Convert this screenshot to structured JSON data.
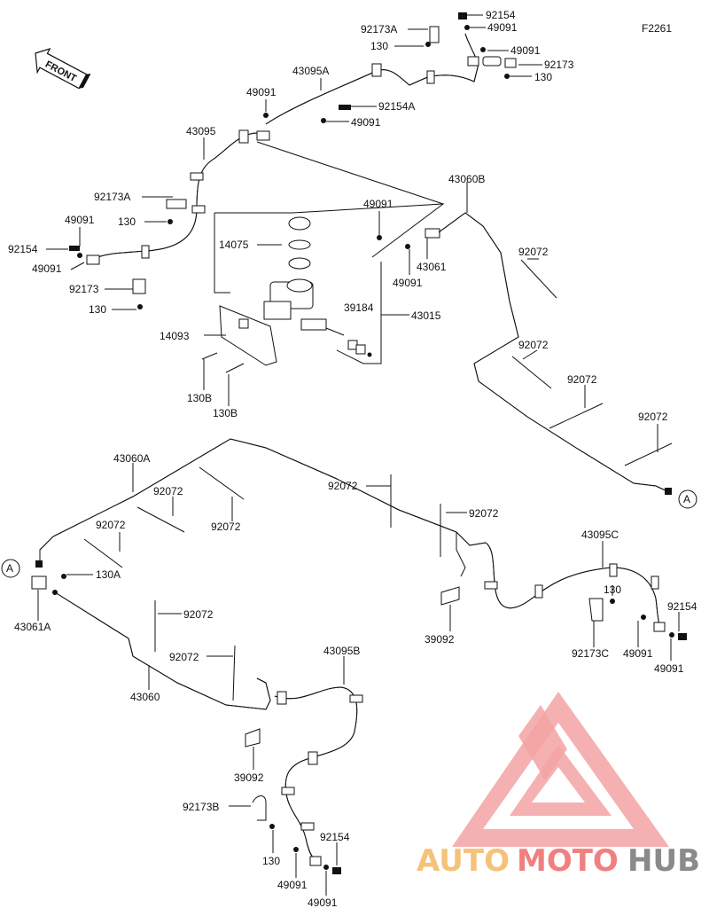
{
  "figure_code": "F2261",
  "front_label": "FRONT",
  "ref_marker": "A",
  "watermark": {
    "part1": "AUTO",
    "part2": "MOTO",
    "part3": "HUB",
    "color1": "#f5c27a",
    "color2": "#f08080",
    "color3": "#8a8a8a"
  },
  "labels": {
    "p92154_top": "92154",
    "p92173A_top": "92173A",
    "p130_top": "130",
    "p49091_top_r": "49091",
    "p49091_top_r2": "49091",
    "p92173_top": "92173",
    "p130_top_r": "130",
    "p43095A": "43095A",
    "p49091_a": "49091",
    "p92154A": "92154A",
    "p49091_b": "49091",
    "p43095": "43095",
    "p92173A_l": "92173A",
    "p130_l": "130",
    "p49091_l1": "49091",
    "p92154_l": "92154",
    "p49091_l2": "49091",
    "p92173_l": "92173",
    "p130_l2": "130",
    "p14075": "14075",
    "p49091_c": "49091",
    "p43061": "43061",
    "p49091_d": "49091",
    "p39184": "39184",
    "p43015": "43015",
    "p14093": "14093",
    "p130B_1": "130B",
    "p130B_2": "130B",
    "p43060B": "43060B",
    "p92072_1": "92072",
    "p92072_2": "92072",
    "p92072_3": "92072",
    "p92072_4": "92072",
    "p43060A": "43060A",
    "p92072_5": "92072",
    "p92072_6": "92072",
    "p92072_7": "92072",
    "p92072_8": "92072",
    "p92072_9": "92072",
    "p92072_10": "92072",
    "p92072_11": "92072",
    "p130A": "130A",
    "p43061A": "43061A",
    "p39092_r": "39092",
    "p43095C": "43095C",
    "p130_r": "130",
    "p92154_r": "92154",
    "p92173C": "92173C",
    "p49091_r1": "49091",
    "p49091_r2": "49091",
    "p43060": "43060",
    "p43095B": "43095B",
    "p39092_b": "39092",
    "p92173B": "92173B",
    "p130_b": "130",
    "p92154_b": "92154",
    "p49091_b1": "49091",
    "p49091_b2": "49091"
  }
}
